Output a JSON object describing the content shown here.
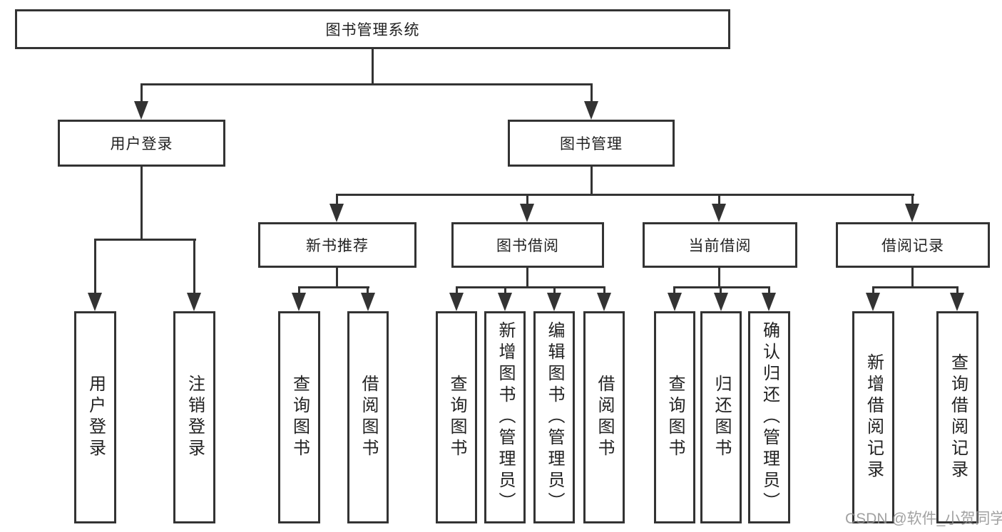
{
  "nodes": {
    "root": "图书管理系统",
    "user_login": "用户登录",
    "book_mgmt": "图书管理",
    "login": "用户登录",
    "logout": "注销登录",
    "new_book": "新书推荐",
    "book_borrow": "图书借阅",
    "current_borrow": "当前借阅",
    "borrow_record": "借阅记录",
    "nb_query": "查询图书",
    "nb_borrow": "借阅图书",
    "bb_query": "查询图书",
    "bb_add": "新增图书（管理员）",
    "bb_edit": "编辑图书（管理员）",
    "bb_borrow": "借阅图书",
    "cb_query": "查询图书",
    "cb_return": "归还图书",
    "cb_confirm": "确认归还（管理员）",
    "br_add": "新增借阅记录",
    "br_query": "查询借阅记录"
  },
  "watermark": "CSDN @软件_小贺同学"
}
